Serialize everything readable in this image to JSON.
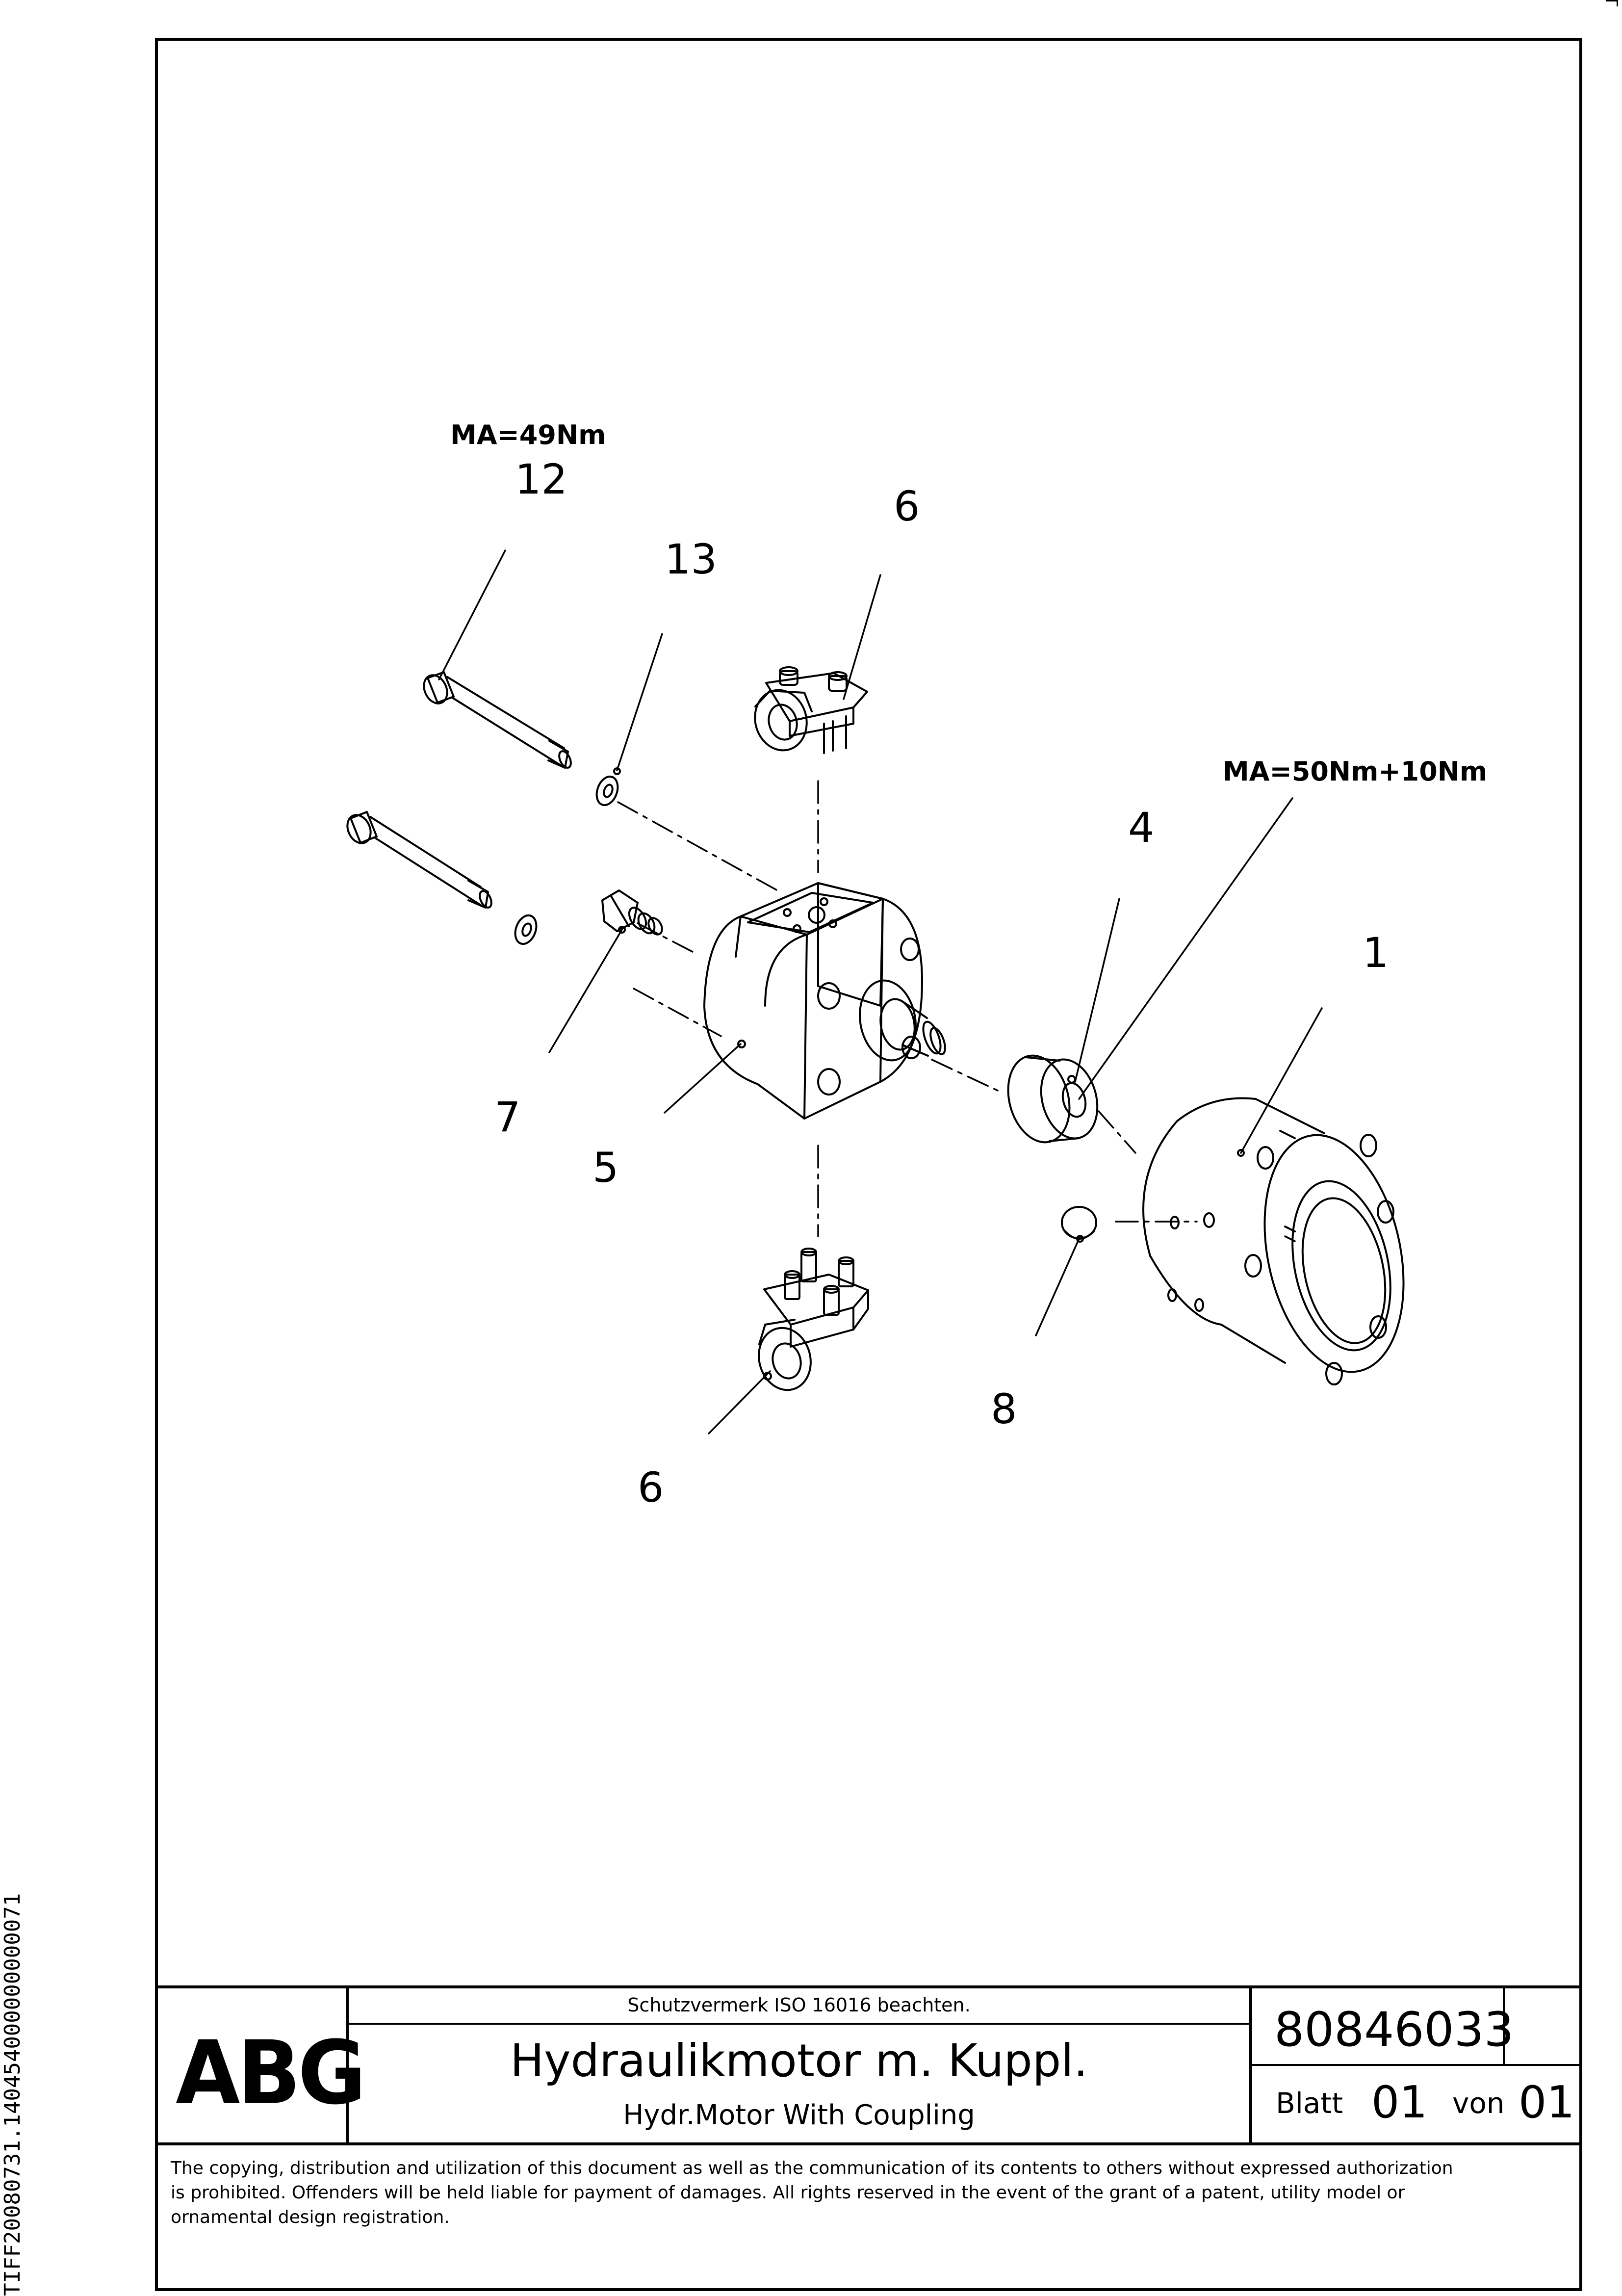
{
  "drawing": {
    "torque_bolt": "MA=49Nm",
    "torque_coupling": "MA=50Nm+10Nm",
    "callouts": {
      "c1": "1",
      "c4": "4",
      "c5": "5",
      "c6_top": "6",
      "c6_bottom": "6",
      "c7": "7",
      "c8": "8",
      "c12": "12",
      "c13": "13"
    }
  },
  "side_id": "TIFF20080731.140454000000000071",
  "title_block": {
    "logo": "ABG",
    "notice_top": "Schutzvermerk ISO 16016 beachten.",
    "title_de": "Hydraulikmotor m. Kuppl.",
    "title_en": "Hydr.Motor With Coupling",
    "doc_number": "80846033",
    "sheet_label": "Blatt",
    "sheet_no": "01",
    "of_label": "von",
    "sheet_total": "01",
    "copyright": [
      "The copying, distribution and utilization of this document as well as the communication of its contents to others without expressed authorization",
      "is prohibited. Offenders will be held liable for payment of damages. All rights reserved in the event of the grant of a patent, utility model or",
      "ornamental design registration."
    ]
  }
}
